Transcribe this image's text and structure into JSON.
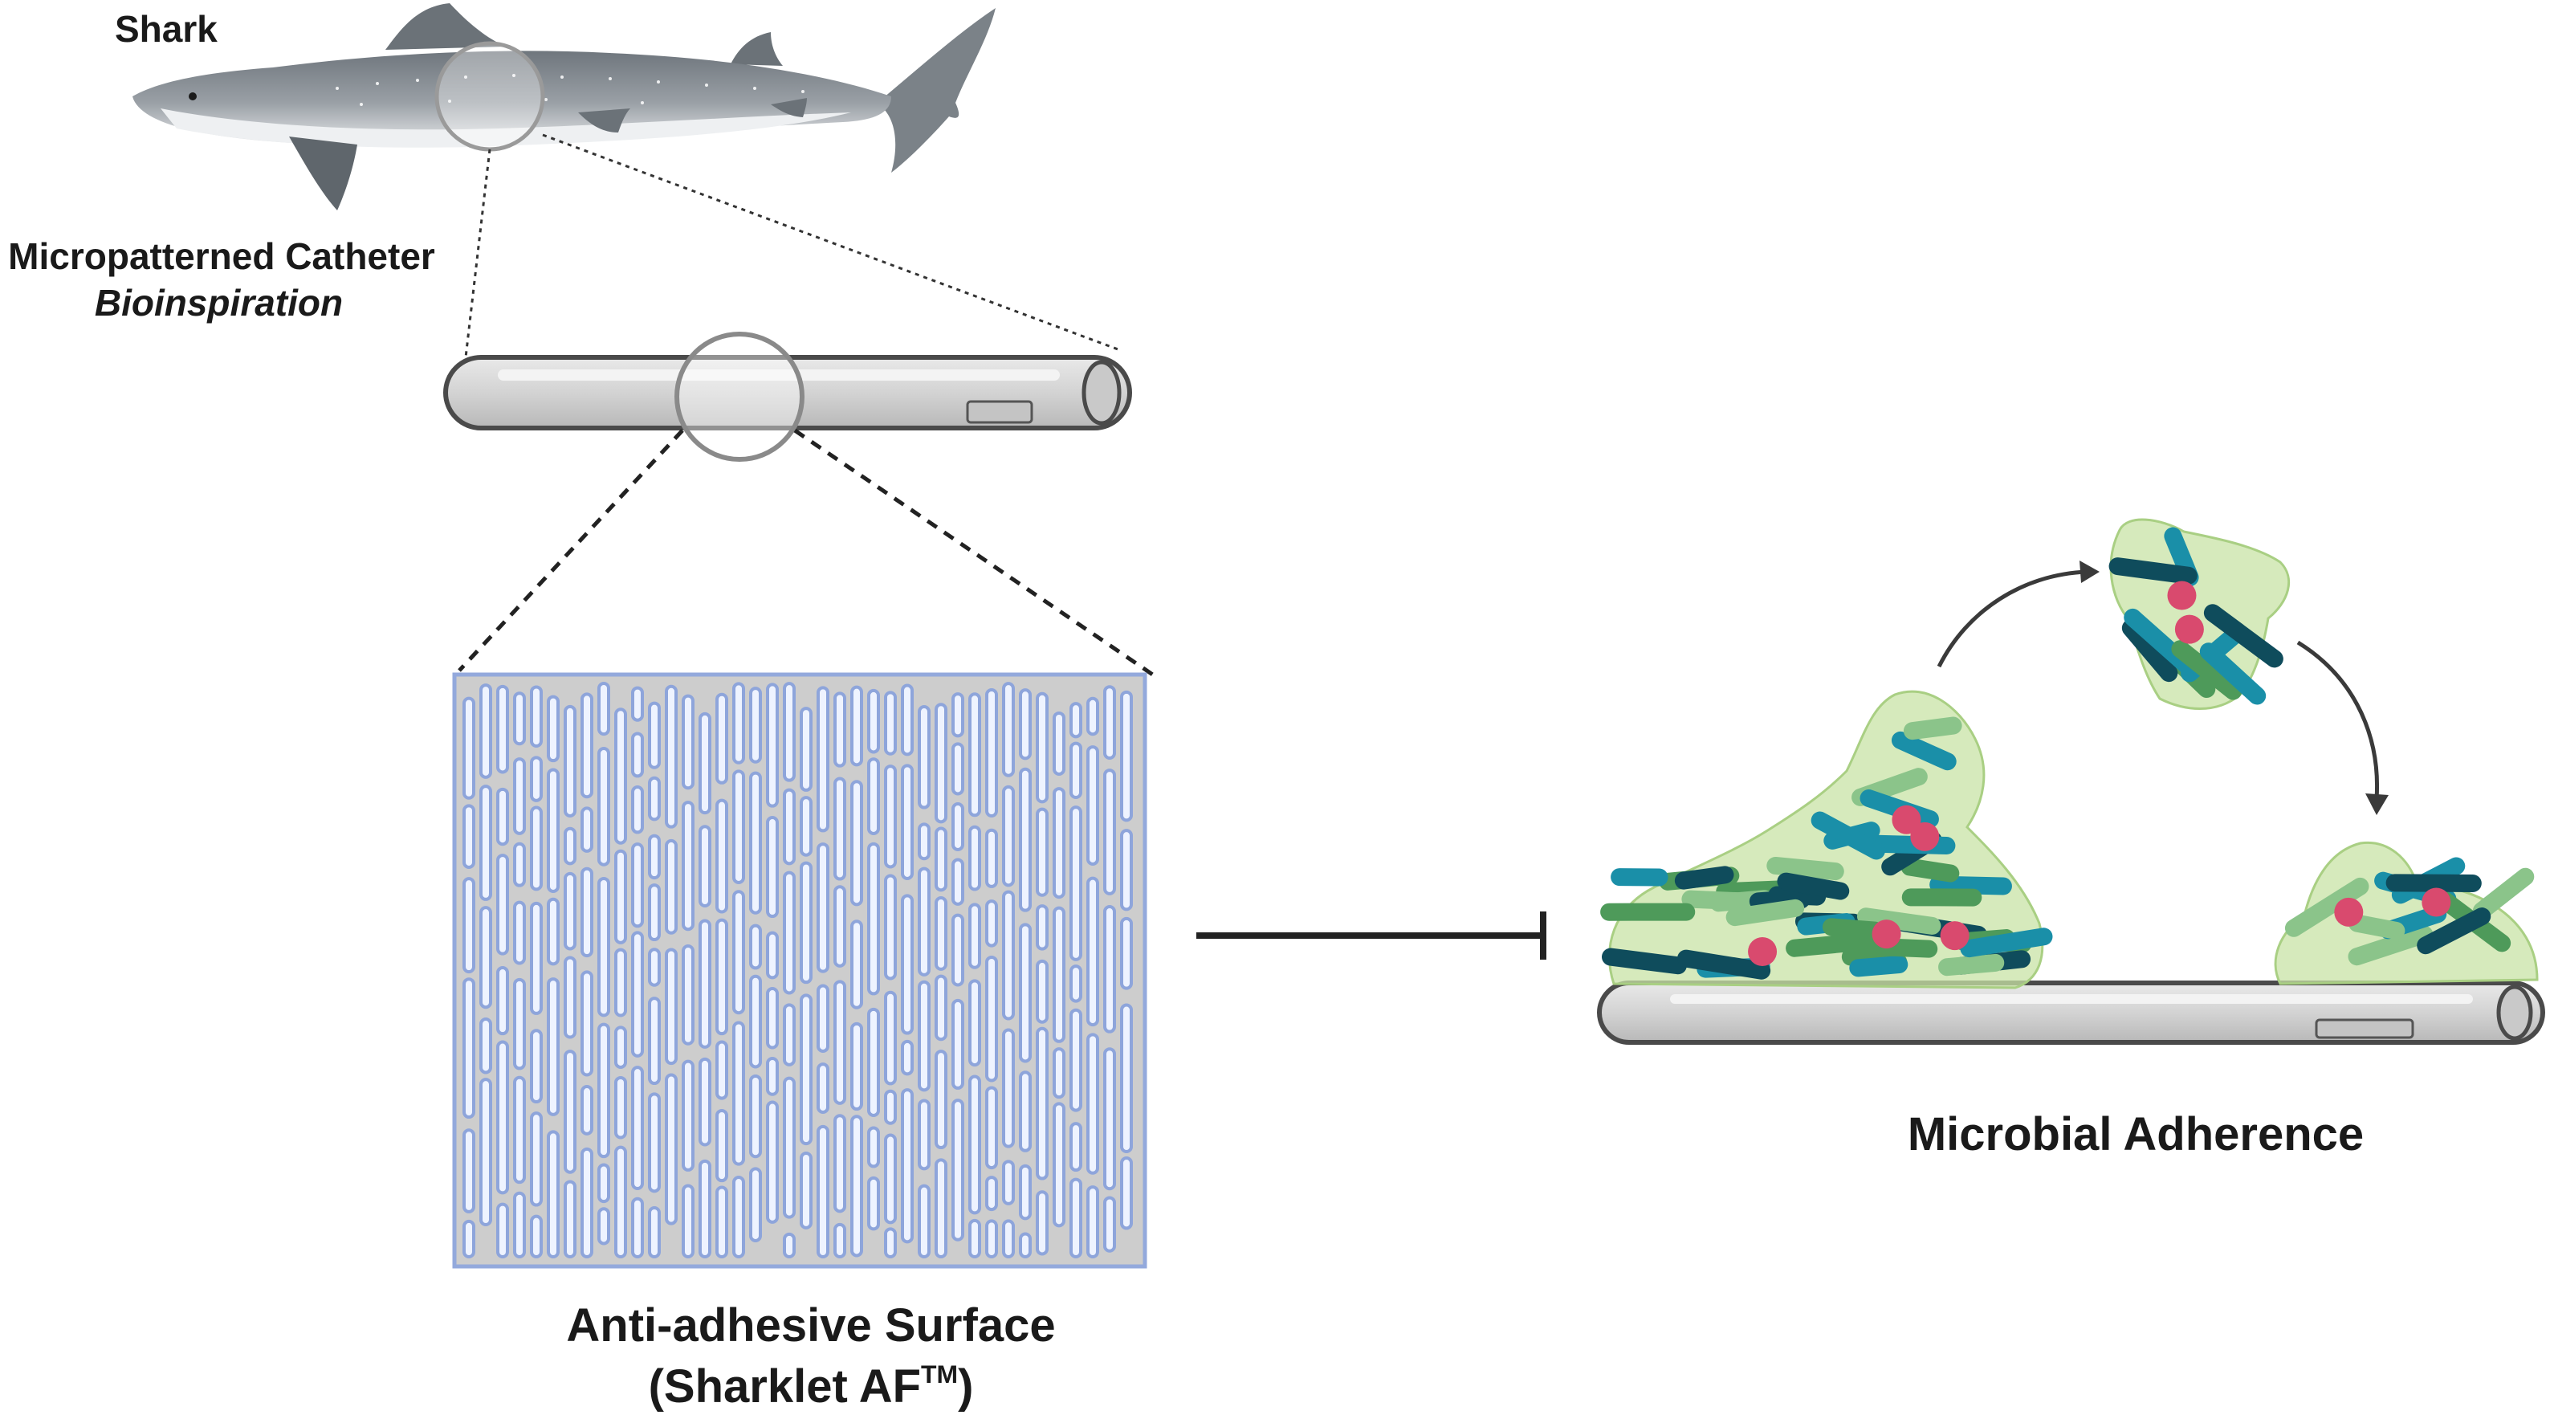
{
  "labels": {
    "shark": "Shark",
    "catheter_title": "Micropatterned Catheter",
    "catheter_subtitle": "Bioinspiration",
    "surface_title": "Anti-adhesive Surface",
    "surface_subtitle_prefix": "(Sharklet AF",
    "surface_subtitle_sup": "TM",
    "surface_subtitle_suffix": ")",
    "microbial": "Microbial Adherence"
  },
  "colors": {
    "shark_body": "#8a9096",
    "shark_belly": "#e4e6e8",
    "catheter_fill": "#d6d6d6",
    "catheter_stroke": "#4a4a4a",
    "pattern_bg": "#cfcfcf",
    "pattern_stroke": "#8fa6dc",
    "pattern_fill": "#eef3ff",
    "biofilm": "#c5e1a5",
    "teal_dark": "#0f4c5c",
    "teal": "#1a8fa8",
    "green": "#4e9a5a",
    "green_light": "#8bc48a",
    "pink": "#d94a6e",
    "arrow": "#3a3a3a"
  },
  "icons": [
    "shark-icon",
    "catheter-icon",
    "magnifier-icon",
    "inhibition-arrow-icon",
    "curved-arrow-icon",
    "bacteria-icon"
  ]
}
